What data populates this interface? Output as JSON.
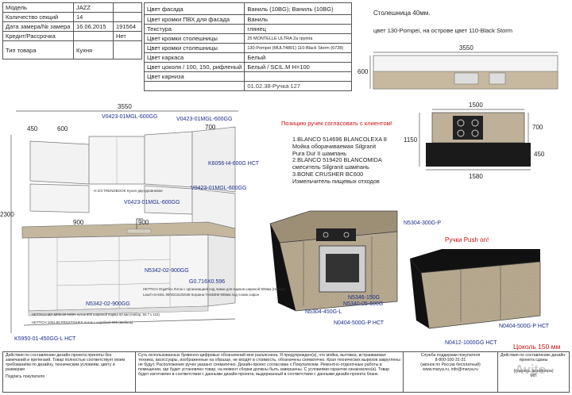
{
  "spec_left": [
    {
      "label": "Модель",
      "value": "JAZZ",
      "extra": ""
    },
    {
      "label": "Количество секций",
      "value": "14",
      "extra": ""
    },
    {
      "label": "Дата замера/№ замера",
      "value": "16.06.2015",
      "extra": "191564"
    },
    {
      "label": "Кредит/Рассрочка",
      "value": "",
      "extra": "Нет"
    },
    {
      "label": "Тип товара",
      "value": "Кухня",
      "extra": ""
    }
  ],
  "spec_right": [
    {
      "label": "Цвет фасада",
      "value": "Ваниль (10BG); Ваниль (10BG)"
    },
    {
      "label": "Цвет кромки ПВХ для фасада",
      "value": "Ваниль"
    },
    {
      "label": "Текстура",
      "value": "глянец"
    },
    {
      "label": "Цвет кромки столешницы",
      "value": "25 MONTELLE ULTRA 2a группа"
    },
    {
      "label": "Цвет кромки столешницы",
      "value": "130-Pompei (MULT4801)   110-Black Storm (6728)"
    },
    {
      "label": "Цвет каркаса",
      "value": "Белый"
    },
    {
      "label": "Цвет цоколя / 100, 150, рифленый",
      "value": "Белый / SCIL.M H=100"
    },
    {
      "label": "Цвет карниза",
      "value": ""
    },
    {
      "label": "",
      "value": "01.02.38-Ручка 127"
    }
  ],
  "notes": {
    "countertop": "Столешница 40мм.",
    "colors": "цвет 130-Pompei, на острове цвет 110-Black Storm",
    "handles_note": "Позицию ручек согласовать с клиентом!",
    "push_note": "Ручки Push on!",
    "plinth": "Цоколь 150 мм",
    "equipment": [
      "1.BLANCO 514696 BLANCOLEXA 8",
      "Мойка оборачиваемая Silgranit",
      "Pura Dur II шампань",
      "2.BLANCO 519420 BLANCOMIDA",
      "смеситель Silgranit шампань",
      "3.BONE CRUSHER BC600",
      "Измельчитель пищевых отходов"
    ]
  },
  "dims": {
    "total_top": "3550",
    "total_left": "2300",
    "d450": "450",
    "d600a": "600",
    "d700": "700",
    "d900a": "900",
    "d900b": "900",
    "plan_width": "3550",
    "plan_depth": "600",
    "island_w": "1500",
    "island_h": "700",
    "island_depth": "1150",
    "island_side": "450",
    "island_bottom": "1580"
  },
  "codes": {
    "c1": "V0423-01MGL-600GG",
    "c2": "V0423-01MGL-600GG",
    "c3": "K6056-I4-600G НСТ",
    "c4": "V0423-01MGL-600GG",
    "c5": "V0423-01MGL-600GG",
    "c6": "H-2/3 TRENDBOOK Кухня двухуровневая",
    "c7": "N5342-02-900GG",
    "c8": "G0.716X0.596",
    "c9": "N5342-02-900GG",
    "c10": "K5950-01-450GG-L НСТ",
    "c11": "N5304-300G-P",
    "c12": "N5346-150G",
    "c13": "N5304-450G-L",
    "c14": "N5340-05-600G",
    "c15": "N0404-500G-P НСТ",
    "c16": "N0404-500G-P НСТ",
    "c17": "N0412-1000GG НСТ",
    "small1": "HETTICH OrgaFlex Лоток с организацией под ложки для ящиков шириной 900мм (Набор)",
    "small2": "Lauch-SAGEL 9000215102048 Корзина TANDEM 900мм под ложки сифон",
    "small3": "HETTICH MP-MPB-90-NOIR лоток 900 шириной ящика 60 мм (Набор, 50.7 к 423)",
    "small4": "HETTICH 1001-90 PRIVATISHES лоток с коробкой 900 (Мебель)"
  },
  "footer": {
    "col1": "Действия по составлению дизайн-проекта приняты без замечаний и претензий. Товар полностью соответствует моим требованиям по дизайну, техническим условиям, цвету и размерам",
    "col1_sign": "Подпись покупателя",
    "col2": "Суть использованных буквенно-цифровых обозначений мне разъяснена. Я предупрежден(а), что мойка, вытяжка, встраиваемая техника, аксессуары, изображенные на образце, не входят в стоимость, обозначены схематично. Края технических вырезов закруглены не будут. Расположение ручек указано схематично. Дизайн-проект согласован с Покупателем. Ремонтно-отделочные работы в помещении, где будет установлен товар, на момент сборки должны быть завершены. С условиями гарантии ознакомлен(а). Товар будет изготовлен в соответствии с данными дизайн-проекта, выдержанный в соответствии с данными дизайн-проекта бланк.",
    "col3_title": "Служба поддержки покупателя",
    "col3_phone": "8-800-100-31-31",
    "col3_free": "(звонок по России бесплатный)",
    "col3_web": "www.marya.ru, info@marya.ru",
    "col4": "Действия по составлению дизайн-проекта сданы",
    "col4_sign": "(подпись дизайнера)",
    "col4_mp": "МП"
  },
  "watermark": "Avito"
}
